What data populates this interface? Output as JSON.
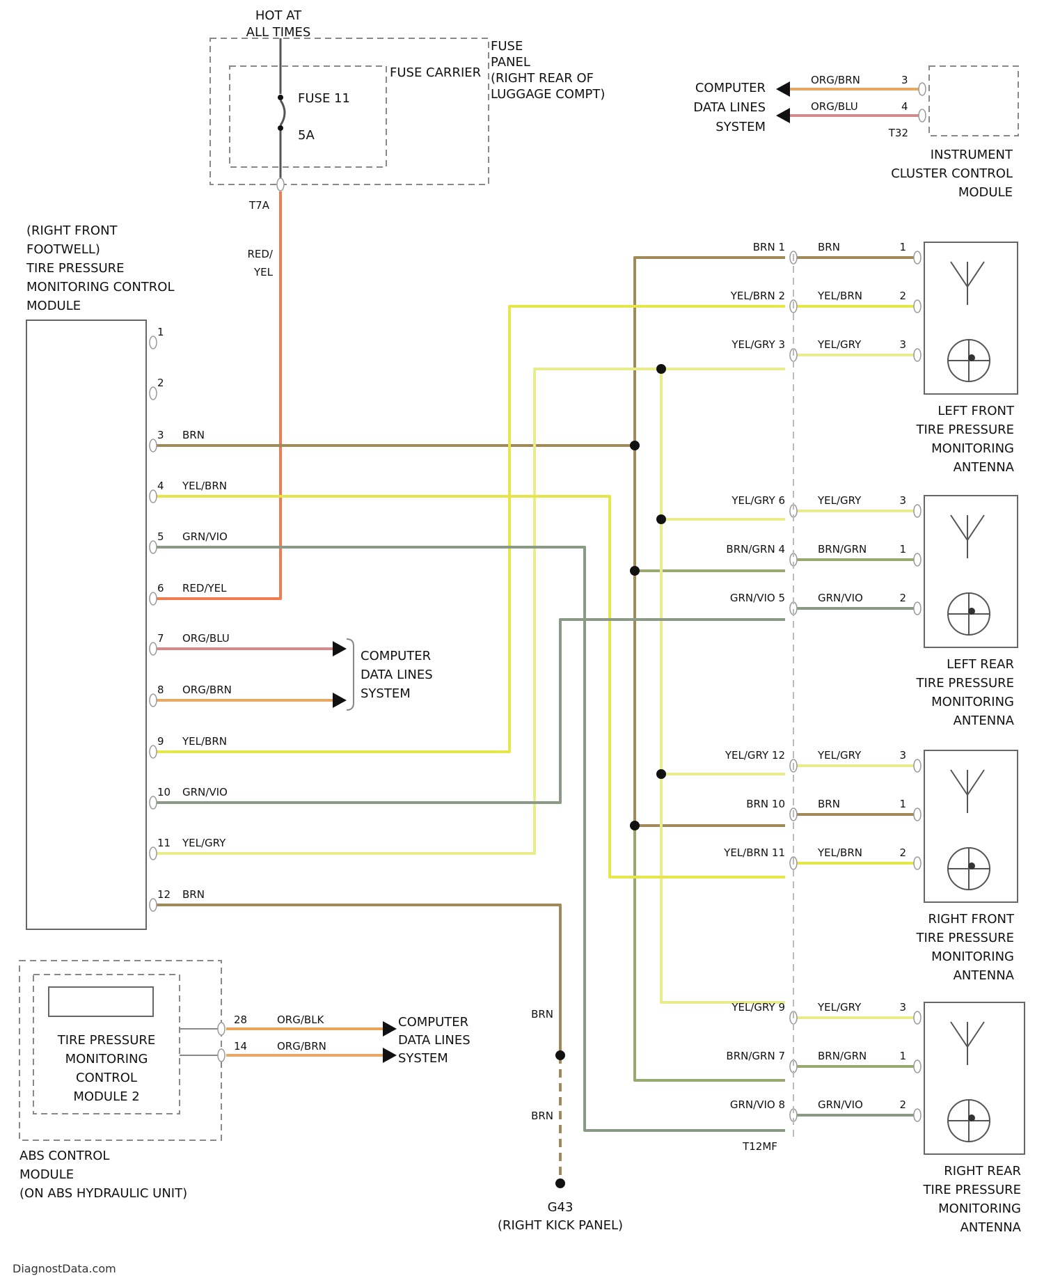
{
  "colors": {
    "BRN": "#a08a5a",
    "YEL/BRN": "#e6e64a",
    "YEL/GRY": "#e8ec8c",
    "GRN/VIO": "#8a9a86",
    "RED/YEL": "#f07a52",
    "ORG/BLU": "#d48a8a",
    "ORG/BRN": "#e8a864",
    "ORG/BLK": "#e8a458",
    "BRN/GRN": "#98a870",
    "line": "#555555"
  },
  "fuse_block": {
    "hot": [
      "HOT AT",
      "ALL TIMES"
    ],
    "fuse_carrier": "FUSE CARRIER",
    "fuse_panel": [
      "FUSE",
      "PANEL",
      "(RIGHT REAR OF",
      "LUGGAGE COMPT)"
    ],
    "fuse": "FUSE 11",
    "amp": "5A",
    "terminal": "T7A"
  },
  "wires_top": {
    "red_yel": [
      "RED/",
      "YEL"
    ]
  },
  "cluster": {
    "label": [
      "INSTRUMENT",
      "CLUSTER CONTROL",
      "MODULE"
    ],
    "data": [
      "COMPUTER",
      "DATA LINES",
      "SYSTEM"
    ],
    "w1": "ORG/BRN",
    "p1": "3",
    "w2": "ORG/BLU",
    "p2": "4",
    "conn": "T32"
  },
  "tpms_module": {
    "label": [
      "(RIGHT FRONT",
      "FOOTWELL)",
      "TIRE PRESSURE",
      "MONITORING CONTROL",
      "MODULE"
    ],
    "pins": [
      {
        "n": "1",
        "w": ""
      },
      {
        "n": "2",
        "w": ""
      },
      {
        "n": "3",
        "w": "BRN"
      },
      {
        "n": "4",
        "w": "YEL/BRN"
      },
      {
        "n": "5",
        "w": "GRN/VIO"
      },
      {
        "n": "6",
        "w": "RED/YEL"
      },
      {
        "n": "7",
        "w": "ORG/BLU"
      },
      {
        "n": "8",
        "w": "ORG/BRN"
      },
      {
        "n": "9",
        "w": "YEL/BRN"
      },
      {
        "n": "10",
        "w": "GRN/VIO"
      },
      {
        "n": "11",
        "w": "YEL/GRY"
      },
      {
        "n": "12",
        "w": "BRN"
      }
    ],
    "data": [
      "COMPUTER",
      "DATA LINES",
      "SYSTEM"
    ]
  },
  "antennas": [
    {
      "label": [
        "LEFT FRONT",
        "TIRE PRESSURE",
        "MONITORING",
        "ANTENNA"
      ],
      "rows": [
        {
          "w": "BRN",
          "c": "1",
          "p": "1"
        },
        {
          "w": "YEL/BRN",
          "c": "2",
          "p": "2"
        },
        {
          "w": "YEL/GRY",
          "c": "3",
          "p": "3"
        }
      ]
    },
    {
      "label": [
        "LEFT REAR",
        "TIRE PRESSURE",
        "MONITORING",
        "ANTENNA"
      ],
      "rows": [
        {
          "w": "YEL/GRY",
          "c": "6",
          "p": "3"
        },
        {
          "w": "BRN/GRN",
          "c": "4",
          "p": "1"
        },
        {
          "w": "GRN/VIO",
          "c": "5",
          "p": "2"
        }
      ]
    },
    {
      "label": [
        "RIGHT FRONT",
        "TIRE PRESSURE",
        "MONITORING",
        "ANTENNA"
      ],
      "rows": [
        {
          "w": "YEL/GRY",
          "c": "12",
          "p": "3"
        },
        {
          "w": "BRN",
          "c": "10",
          "p": "1"
        },
        {
          "w": "YEL/BRN",
          "c": "11",
          "p": "2"
        }
      ]
    },
    {
      "label": [
        "RIGHT REAR",
        "TIRE PRESSURE",
        "MONITORING",
        "ANTENNA"
      ],
      "rows": [
        {
          "w": "YEL/GRY",
          "c": "9",
          "p": "3"
        },
        {
          "w": "BRN/GRN",
          "c": "7",
          "p": "1"
        },
        {
          "w": "GRN/VIO",
          "c": "8",
          "p": "2"
        }
      ]
    }
  ],
  "connector_t12": "T12MF",
  "abs": {
    "label": [
      "ABS CONTROL",
      "MODULE",
      "(ON ABS HYDRAULIC UNIT)"
    ],
    "inner": [
      "TIRE PRESSURE",
      "MONITORING",
      "CONTROL",
      "MODULE 2"
    ],
    "p1": "28",
    "w1": "ORG/BLK",
    "p2": "14",
    "w2": "ORG/BRN",
    "data": [
      "COMPUTER",
      "DATA LINES",
      "SYSTEM"
    ]
  },
  "ground": {
    "w_upper": "BRN",
    "w_lower": "BRN",
    "id": "G43",
    "loc": "(RIGHT KICK PANEL)"
  },
  "footer": "DiagnostData.com"
}
